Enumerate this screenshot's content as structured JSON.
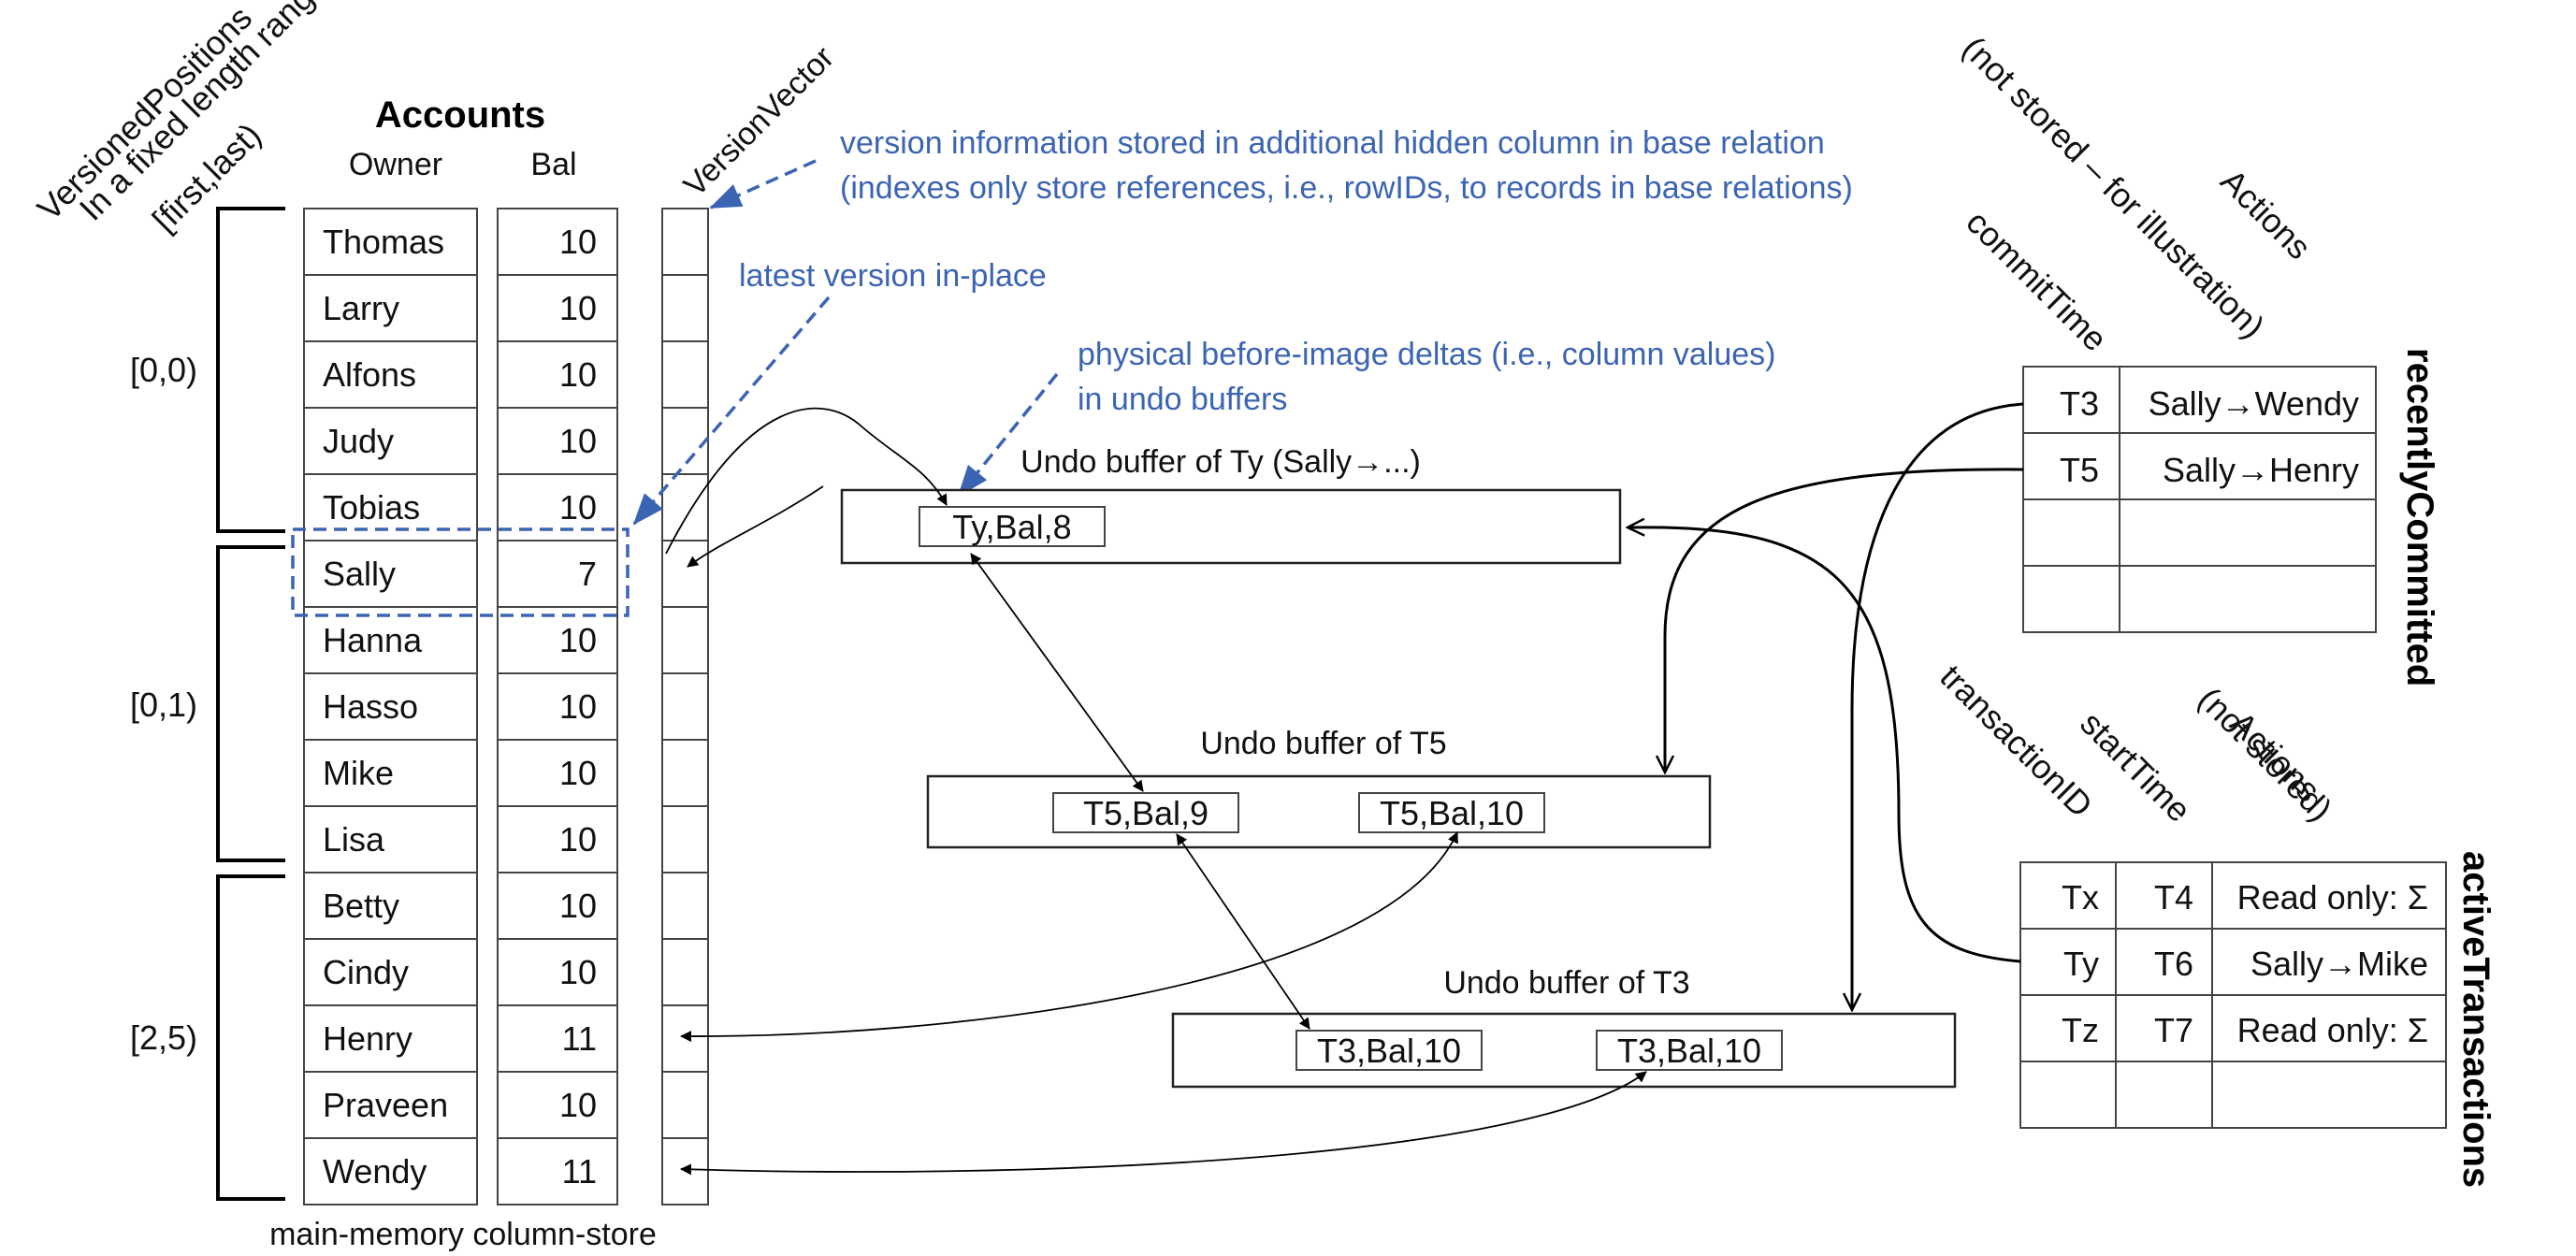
{
  "accounts": {
    "title": "Accounts",
    "owner_header": "Owner",
    "bal_header": "Bal",
    "version_vector_header": "VersionVector",
    "rows": [
      {
        "owner": "Thomas",
        "bal": "10"
      },
      {
        "owner": "Larry",
        "bal": "10"
      },
      {
        "owner": "Alfons",
        "bal": "10"
      },
      {
        "owner": "Judy",
        "bal": "10"
      },
      {
        "owner": "Tobias",
        "bal": "10"
      },
      {
        "owner": "Sally",
        "bal": "7"
      },
      {
        "owner": "Hanna",
        "bal": "10"
      },
      {
        "owner": "Hasso",
        "bal": "10"
      },
      {
        "owner": "Mike",
        "bal": "10"
      },
      {
        "owner": "Lisa",
        "bal": "10"
      },
      {
        "owner": "Betty",
        "bal": "10"
      },
      {
        "owner": "Cindy",
        "bal": "10"
      },
      {
        "owner": "Henry",
        "bal": "11"
      },
      {
        "owner": "Praveen",
        "bal": "10"
      },
      {
        "owner": "Wendy",
        "bal": "11"
      }
    ],
    "footer": "main-memory column-store"
  },
  "versioned_positions": {
    "header_lines": [
      "VersionedPositions",
      "In a fixed length range",
      "[first,last)"
    ],
    "ranges": [
      "[0,0)",
      "[0,1)",
      "[2,5)"
    ]
  },
  "annotations": {
    "hidden_column_line1": "version information stored in additional hidden column in base relation",
    "hidden_column_line2": "(indexes only store references, i.e., rowIDs, to records in base relations)",
    "latest_in_place": "latest version in-place",
    "deltas_line1": "physical before-image deltas (i.e., column values)",
    "deltas_line2": "in undo buffers"
  },
  "undo_buffers": {
    "ty_title": "Undo buffer of Ty (Sally→...)",
    "ty_entries": [
      "Ty,Bal,8"
    ],
    "t5_title": "Undo buffer of T5",
    "t5_entries": [
      "T5,Bal,9",
      "T5,Bal,10"
    ],
    "t3_title": "Undo buffer of T3",
    "t3_entries": [
      "T3,Bal,10",
      "T3,Bal,10"
    ]
  },
  "recently_committed": {
    "label": "recentlyCommitted",
    "col_commit": "commitTime",
    "col_actions": "Actions",
    "col_actions_note": "(not stored – for illustration)",
    "rows": [
      {
        "time": "T3",
        "action": "Sally→Wendy"
      },
      {
        "time": "T5",
        "action": "Sally→Henry"
      }
    ]
  },
  "active_transactions": {
    "label": "activeTransactions",
    "col_id": "transactionID",
    "col_start": "startTime",
    "col_actions": "Actions",
    "col_actions_note": "(not stored)",
    "rows": [
      {
        "id": "Tx",
        "start": "T4",
        "action": "Read only: Σ"
      },
      {
        "id": "Ty",
        "start": "T6",
        "action": "Sally→Mike"
      },
      {
        "id": "Tz",
        "start": "T7",
        "action": "Read only: Σ"
      }
    ]
  }
}
